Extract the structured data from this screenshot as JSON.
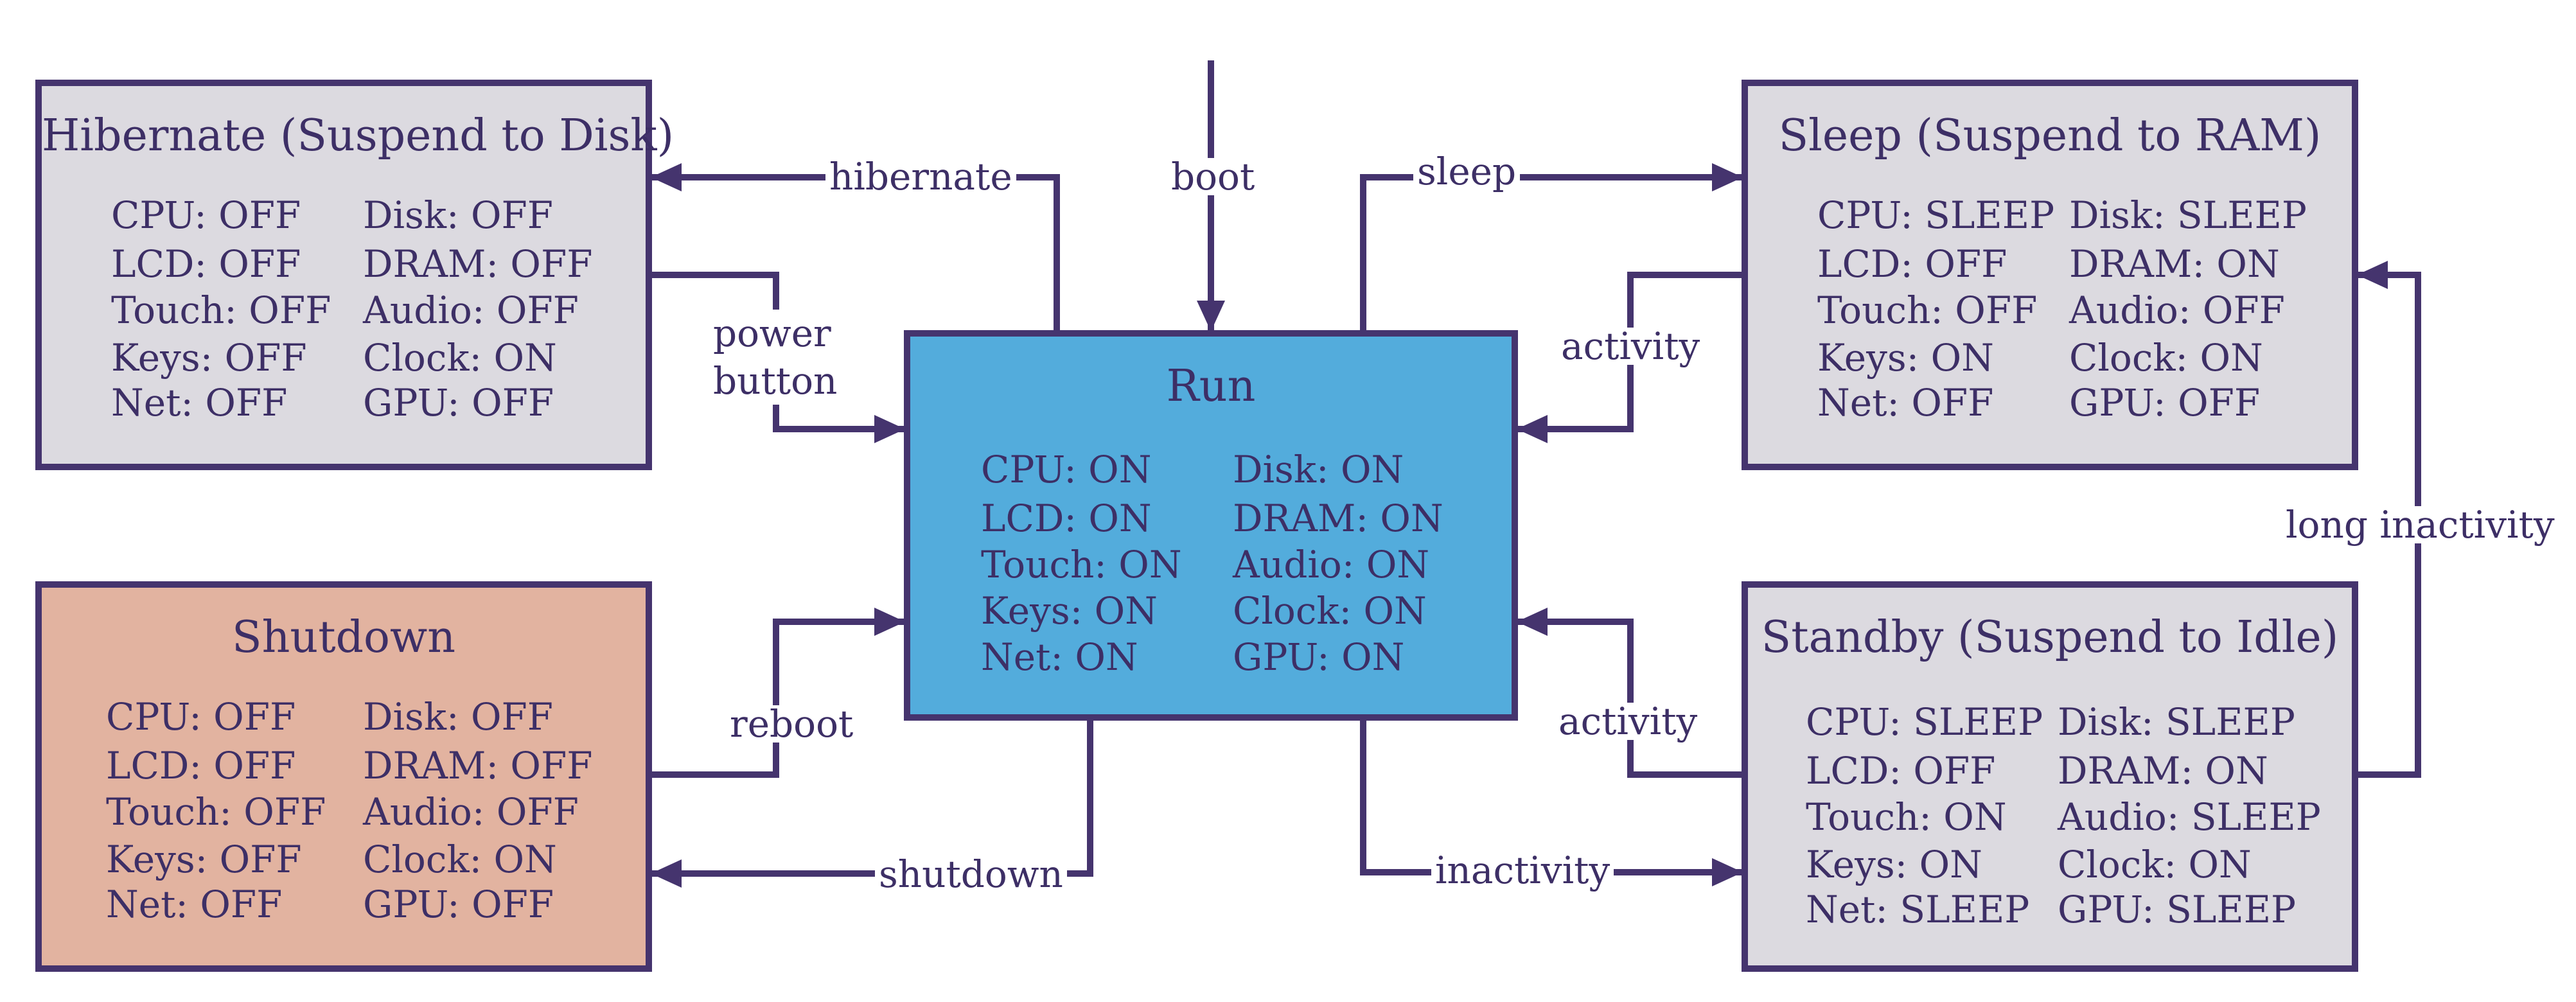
{
  "colors": {
    "stroke": "#45346e",
    "text": "#3d2f66",
    "grey_fill": "#dcdae0",
    "run_fill": "#53acdc",
    "shutdown_fill": "#e2b3a0"
  },
  "states": {
    "hibernate": {
      "title": "Hibernate (Suspend to Disk)",
      "rows": [
        {
          "left": "CPU: OFF",
          "right": "Disk: OFF"
        },
        {
          "left": "LCD: OFF",
          "right": "DRAM: OFF"
        },
        {
          "left": "Touch: OFF",
          "right": "Audio: OFF"
        },
        {
          "left": "Keys: OFF",
          "right": "Clock: ON"
        },
        {
          "left": "Net: OFF",
          "right": "GPU: OFF"
        }
      ]
    },
    "shutdown": {
      "title": "Shutdown",
      "rows": [
        {
          "left": "CPU: OFF",
          "right": "Disk: OFF"
        },
        {
          "left": "LCD: OFF",
          "right": "DRAM: OFF"
        },
        {
          "left": "Touch: OFF",
          "right": "Audio: OFF"
        },
        {
          "left": "Keys: OFF",
          "right": "Clock: ON"
        },
        {
          "left": "Net: OFF",
          "right": "GPU: OFF"
        }
      ]
    },
    "run": {
      "title": "Run",
      "rows": [
        {
          "left": "CPU: ON",
          "right": "Disk: ON"
        },
        {
          "left": "LCD: ON",
          "right": "DRAM: ON"
        },
        {
          "left": "Touch: ON",
          "right": "Audio: ON"
        },
        {
          "left": "Keys: ON",
          "right": "Clock: ON"
        },
        {
          "left": "Net: ON",
          "right": "GPU: ON"
        }
      ]
    },
    "sleep": {
      "title": "Sleep (Suspend to RAM)",
      "rows": [
        {
          "left": "CPU: SLEEP",
          "right": "Disk: SLEEP"
        },
        {
          "left": "LCD: OFF",
          "right": "DRAM: ON"
        },
        {
          "left": "Touch: OFF",
          "right": "Audio: OFF"
        },
        {
          "left": "Keys: ON",
          "right": "Clock: ON"
        },
        {
          "left": "Net: OFF",
          "right": "GPU: OFF"
        }
      ]
    },
    "standby": {
      "title": "Standby (Suspend to Idle)",
      "rows": [
        {
          "left": "CPU: SLEEP",
          "right": "Disk: SLEEP"
        },
        {
          "left": "LCD: OFF",
          "right": "DRAM: ON"
        },
        {
          "left": "Touch: ON",
          "right": "Audio: SLEEP"
        },
        {
          "left": "Keys: ON",
          "right": "Clock: ON"
        },
        {
          "left": "Net: SLEEP",
          "right": "GPU: SLEEP"
        }
      ]
    }
  },
  "transitions": {
    "boot": "boot",
    "hibernate": "hibernate",
    "sleep": "sleep",
    "power_button": "power button",
    "activity_sleep": "activity",
    "long_inactivity": "long inactivity",
    "reboot": "reboot",
    "activity_standby": "activity",
    "shutdown": "shutdown",
    "inactivity": "inactivity"
  }
}
